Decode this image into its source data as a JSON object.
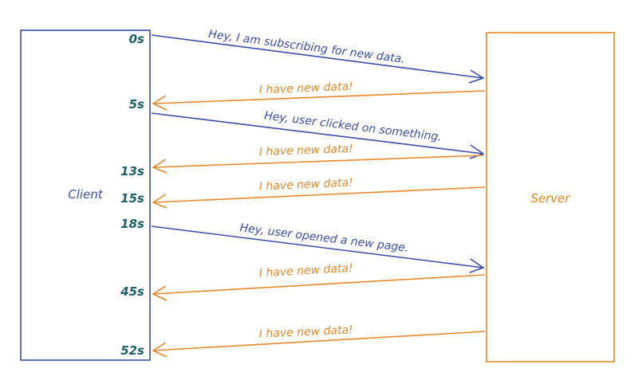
{
  "colors": {
    "client": "#3b4dab",
    "server": "#e8882a",
    "time": "#1f5f66",
    "background": "#ffffff"
  },
  "nodes": {
    "client": {
      "label": "Client"
    },
    "server": {
      "label": "Server"
    }
  },
  "timestamps": [
    {
      "label": "0s"
    },
    {
      "label": "5s"
    },
    {
      "label": "13s"
    },
    {
      "label": "15s"
    },
    {
      "label": "18s"
    },
    {
      "label": "45s"
    },
    {
      "label": "52s"
    }
  ],
  "messages": [
    {
      "text": "Hey, I am subscribing for new data.",
      "direction": "client-to-server"
    },
    {
      "text": "I have new data!",
      "direction": "server-to-client"
    },
    {
      "text": "Hey, user clicked on something.",
      "direction": "client-to-server"
    },
    {
      "text": "I have new data!",
      "direction": "server-to-client"
    },
    {
      "text": "I have new data!",
      "direction": "server-to-client"
    },
    {
      "text": "Hey, user opened a new page.",
      "direction": "client-to-server"
    },
    {
      "text": "I have new data!",
      "direction": "server-to-client"
    },
    {
      "text": "I have new data!",
      "direction": "server-to-client"
    }
  ]
}
